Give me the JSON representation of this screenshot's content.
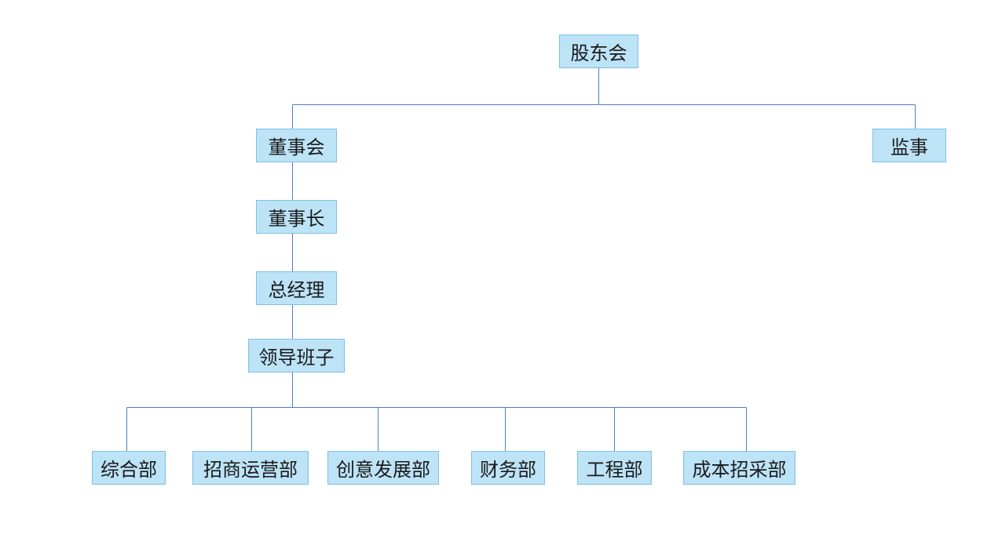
{
  "org_chart": {
    "nodes": {
      "shareholders": "股东会",
      "board": "董事会",
      "supervisor": "监事",
      "chairman": "董事长",
      "general_manager": "总经理",
      "leadership": "领导班子",
      "dept_general": "综合部",
      "dept_leasing": "招商运营部",
      "dept_creative": "创意发展部",
      "dept_finance": "财务部",
      "dept_engineering": "工程部",
      "dept_cost_procurement": "成本招采部"
    },
    "line_color": "#4a7fc4",
    "box_fill": "#bde3f7",
    "box_border": "#7fbfe6"
  }
}
